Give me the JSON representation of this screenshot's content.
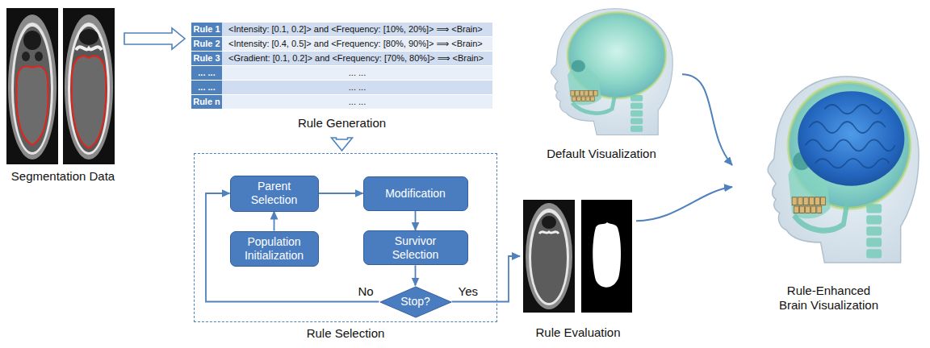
{
  "diagram": {
    "nodes": [
      {
        "text": [
          "Segmentation Data"
        ]
      },
      {
        "text": [
          "Rule Generation"
        ]
      },
      {
        "text": [
          "Rule 1",
          "<Intensity: [0.1, 0.2]> and <Frequency: [10%, 20%]> ⟹ <Brain>"
        ],
        "in": 1
      },
      {
        "text": [
          "Rule 2",
          "<Intensity: [0.4, 0.5]> and <Frequency: [80%, 90%]> ⟹ <Brain>"
        ],
        "in": 1
      },
      {
        "text": [
          "Rule 3",
          "<Gradient: [0.1, 0.2]> and <Frequency: [70%, 80%]> ⟹ <Brain>"
        ],
        "in": 1
      },
      {
        "text": [
          "... ...",
          "... ..."
        ],
        "in": 1
      },
      {
        "text": [
          "... ...",
          "... ..."
        ],
        "in": 1
      },
      {
        "text": [
          "Rule n",
          "... ..."
        ],
        "in": 1
      },
      {
        "text": [
          "Rule Selection"
        ]
      },
      {
        "text": [
          "Parent Selection"
        ],
        "in": 8
      },
      {
        "text": [
          "Modification"
        ],
        "in": 8
      },
      {
        "text": [
          "Population Initialization"
        ],
        "in": 8
      },
      {
        "text": [
          "Survivor Selection"
        ],
        "in": 8
      },
      {
        "text": [
          "Stop?"
        ],
        "in": 8
      },
      {
        "text": [
          "Rule Evaluation"
        ]
      },
      {
        "text": [
          "Default Visualization"
        ]
      },
      {
        "text": [
          "Rule-Enhanced Brain Visualization"
        ]
      }
    ],
    "edges": [
      {
        "from": 0,
        "to": 1,
        "arrow": "to"
      },
      {
        "from": 1,
        "to": 8,
        "arrow": "to"
      },
      {
        "from": 11,
        "to": 9,
        "arrow": "to"
      },
      {
        "from": 9,
        "to": 10,
        "arrow": "to"
      },
      {
        "from": 10,
        "to": 12,
        "arrow": "to"
      },
      {
        "from": 12,
        "to": 13,
        "arrow": "to"
      },
      {
        "from": 13,
        "to": 9,
        "label": "No",
        "arrow": "to"
      },
      {
        "from": 13,
        "to": 14,
        "label": "Yes",
        "arrow": "to"
      },
      {
        "from": 15,
        "to": 16,
        "arrow": "to"
      },
      {
        "from": 14,
        "to": 16,
        "arrow": "to"
      }
    ]
  }
}
